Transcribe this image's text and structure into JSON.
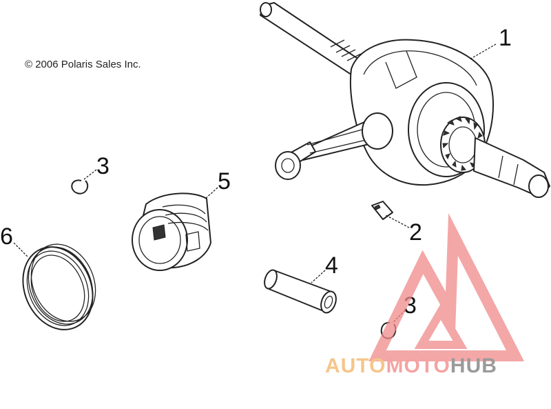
{
  "copyright": "© 2006 Polaris Sales Inc.",
  "callouts": {
    "c1": "1",
    "c2": "2",
    "c3a": "3",
    "c3b": "3",
    "c4": "4",
    "c5": "5",
    "c6": "6"
  },
  "watermark": {
    "part_auto": "AUTO",
    "part_moto": "MOTO",
    "part_hub": "HUB",
    "colors": {
      "auto": "#f6c58a",
      "moto": "#f5a3a3",
      "hub": "#9a9a9a",
      "logo": "#f08a8a"
    }
  },
  "parts": [
    {
      "callout": "1",
      "icon": "crankshaft-connecting-rod-icon"
    },
    {
      "callout": "2",
      "icon": "bearing-pin-icon"
    },
    {
      "callout": "3",
      "icon": "circlip-icon"
    },
    {
      "callout": "4",
      "icon": "piston-pin-icon"
    },
    {
      "callout": "5",
      "icon": "piston-icon"
    },
    {
      "callout": "6",
      "icon": "piston-ring-set-icon"
    }
  ]
}
